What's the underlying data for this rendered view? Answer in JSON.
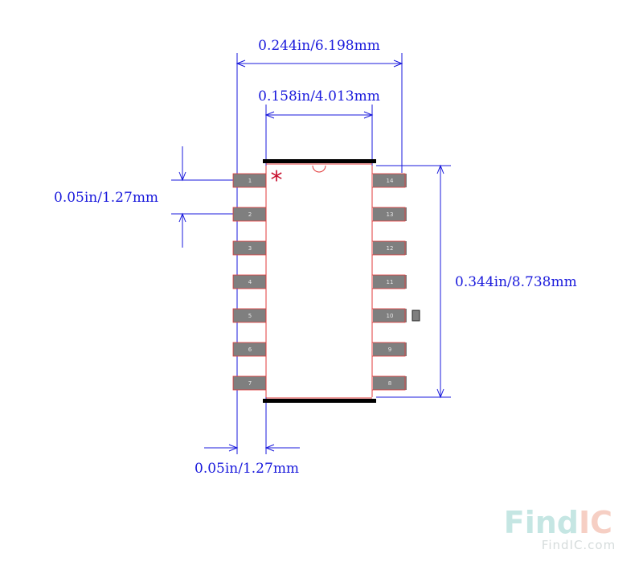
{
  "dimensions": {
    "overall_width": "0.244in/6.198mm",
    "body_width": "0.158in/4.013mm",
    "pitch": "0.05in/1.27mm",
    "body_length": "0.344in/8.738mm",
    "pad_width": "0.05in/1.27mm"
  },
  "pins": {
    "left": [
      "1",
      "2",
      "3",
      "4",
      "5",
      "6",
      "7"
    ],
    "right": [
      "14",
      "13",
      "12",
      "11",
      "10",
      "9",
      "8"
    ]
  },
  "pin1_marker": "*",
  "logo": {
    "find": "Find",
    "ic": "IC",
    "url": "FindIC.com"
  },
  "colors": {
    "dimension": "#1a1adc",
    "pad": "#7f7f7f",
    "outline": "#e23a3a",
    "marker": "#c8102e",
    "logo_find": "#c5e6e3",
    "logo_ic": "#f6cfc4"
  }
}
